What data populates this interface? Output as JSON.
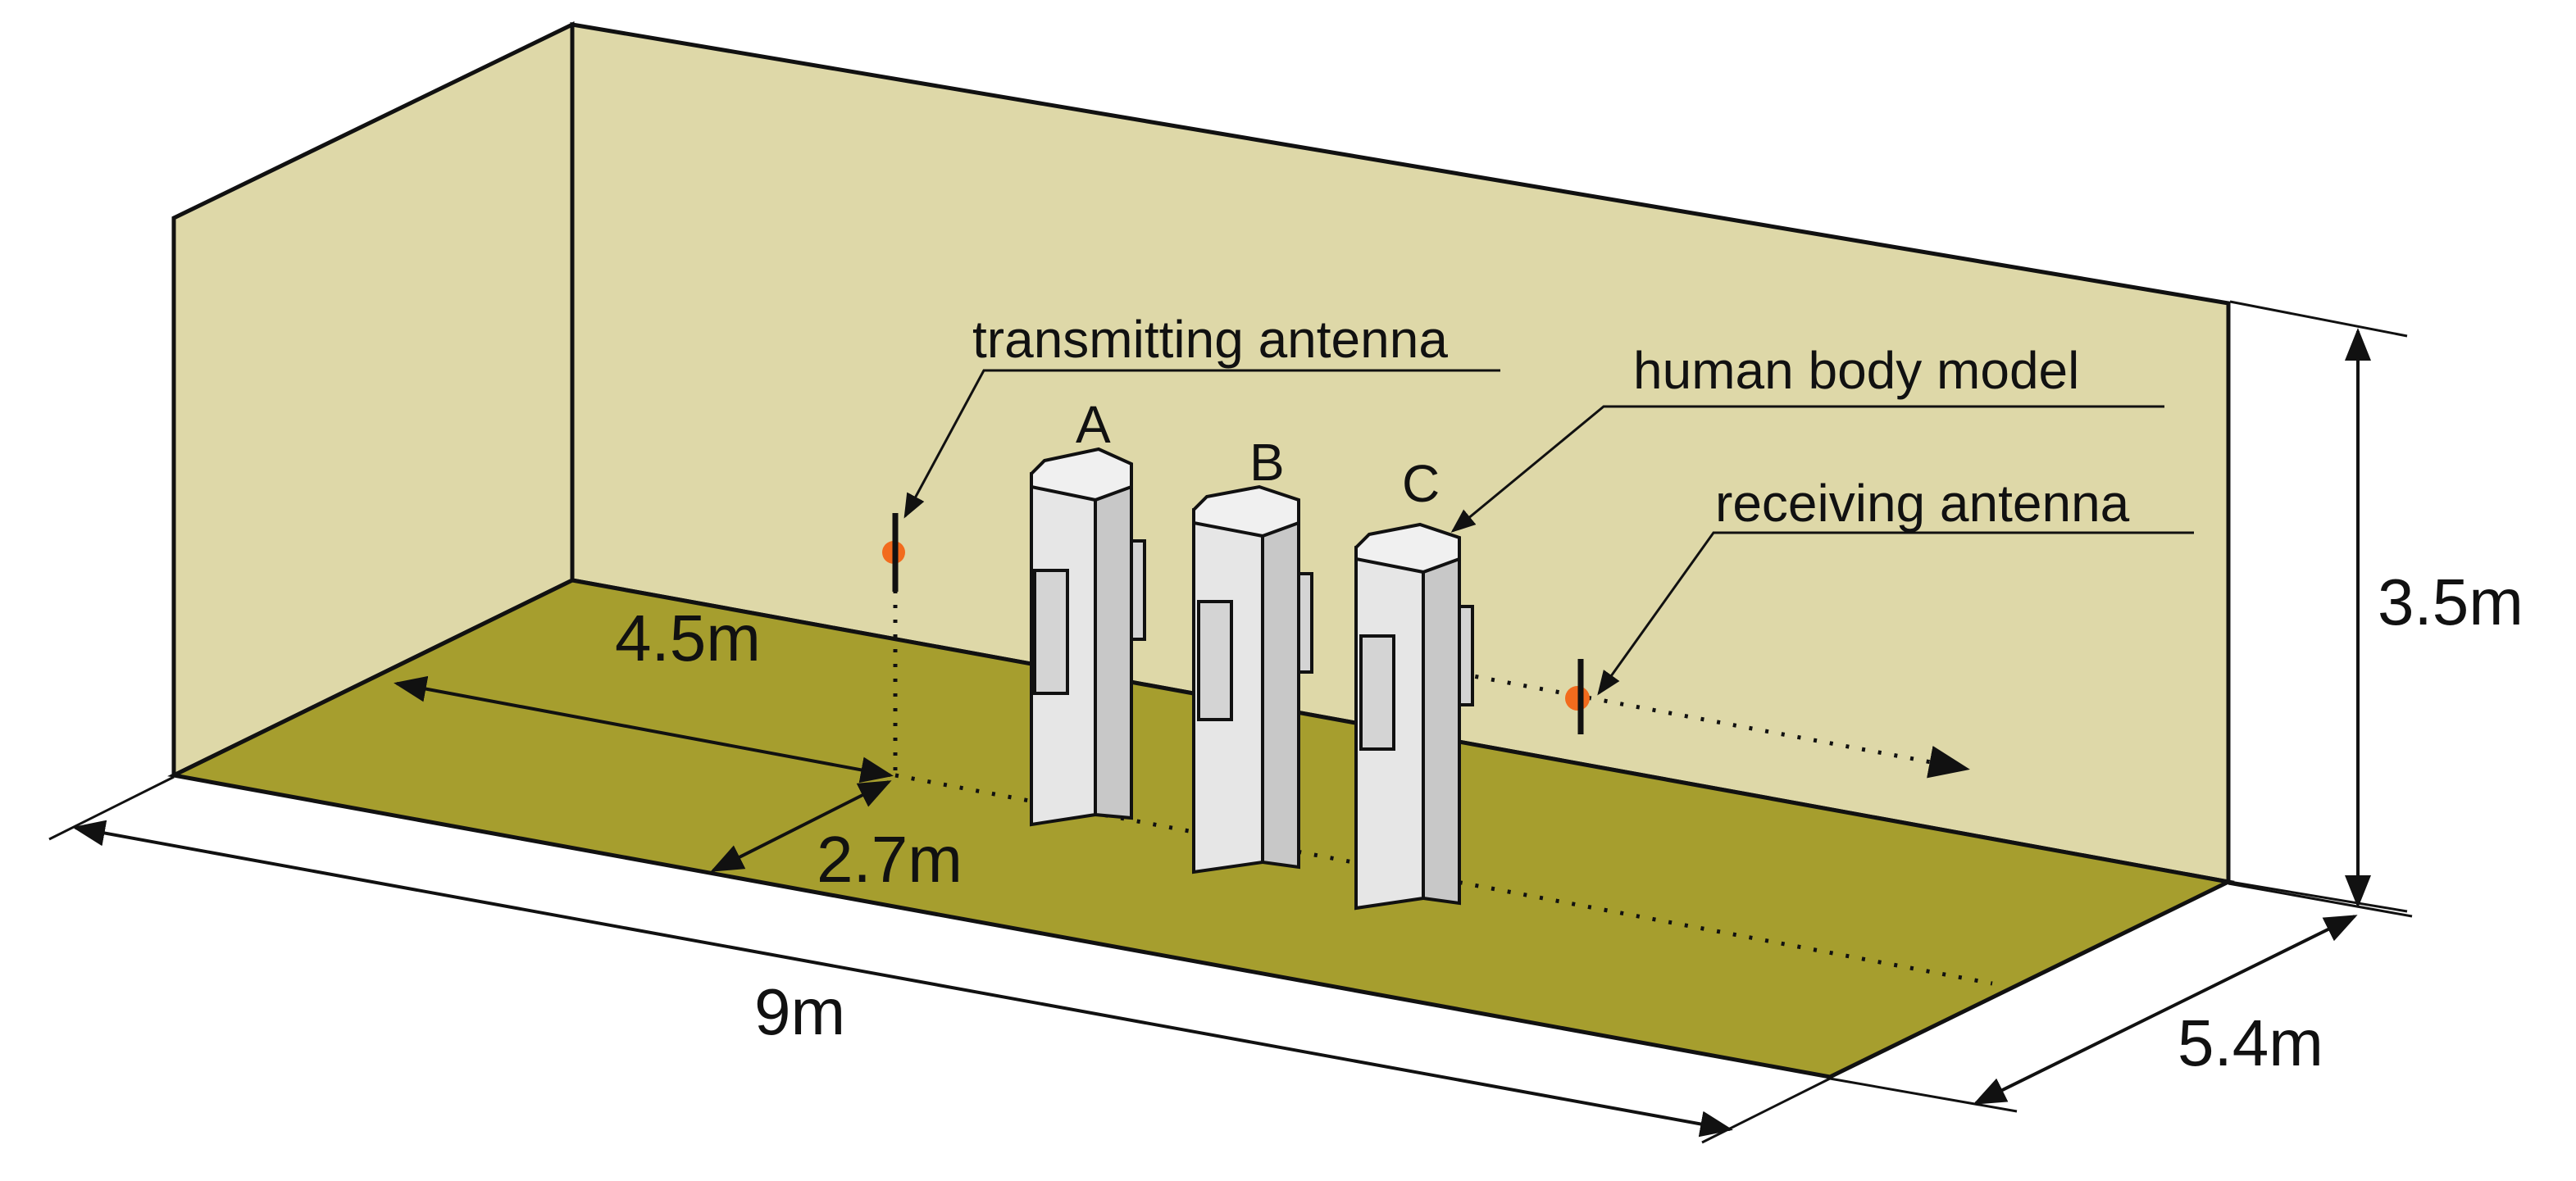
{
  "labels": {
    "transmitting_antenna": "transmitting antenna",
    "human_body_model": "human body model",
    "receiving_antenna": "receiving antenna",
    "model_a": "A",
    "model_b": "B",
    "model_c": "C"
  },
  "dimensions": {
    "height": "3.5m",
    "length": "9m",
    "width": "5.4m",
    "tx_offset_length": "4.5m",
    "tx_offset_width": "2.7m"
  },
  "colors": {
    "wall": "#DED8A8",
    "floor": "#A69E2E",
    "body_front": "#E0E0E0",
    "body_side": "#C8C8C8",
    "body_top": "#EFEFEF",
    "antenna_dot": "#F26B1D",
    "line": "#111111"
  }
}
